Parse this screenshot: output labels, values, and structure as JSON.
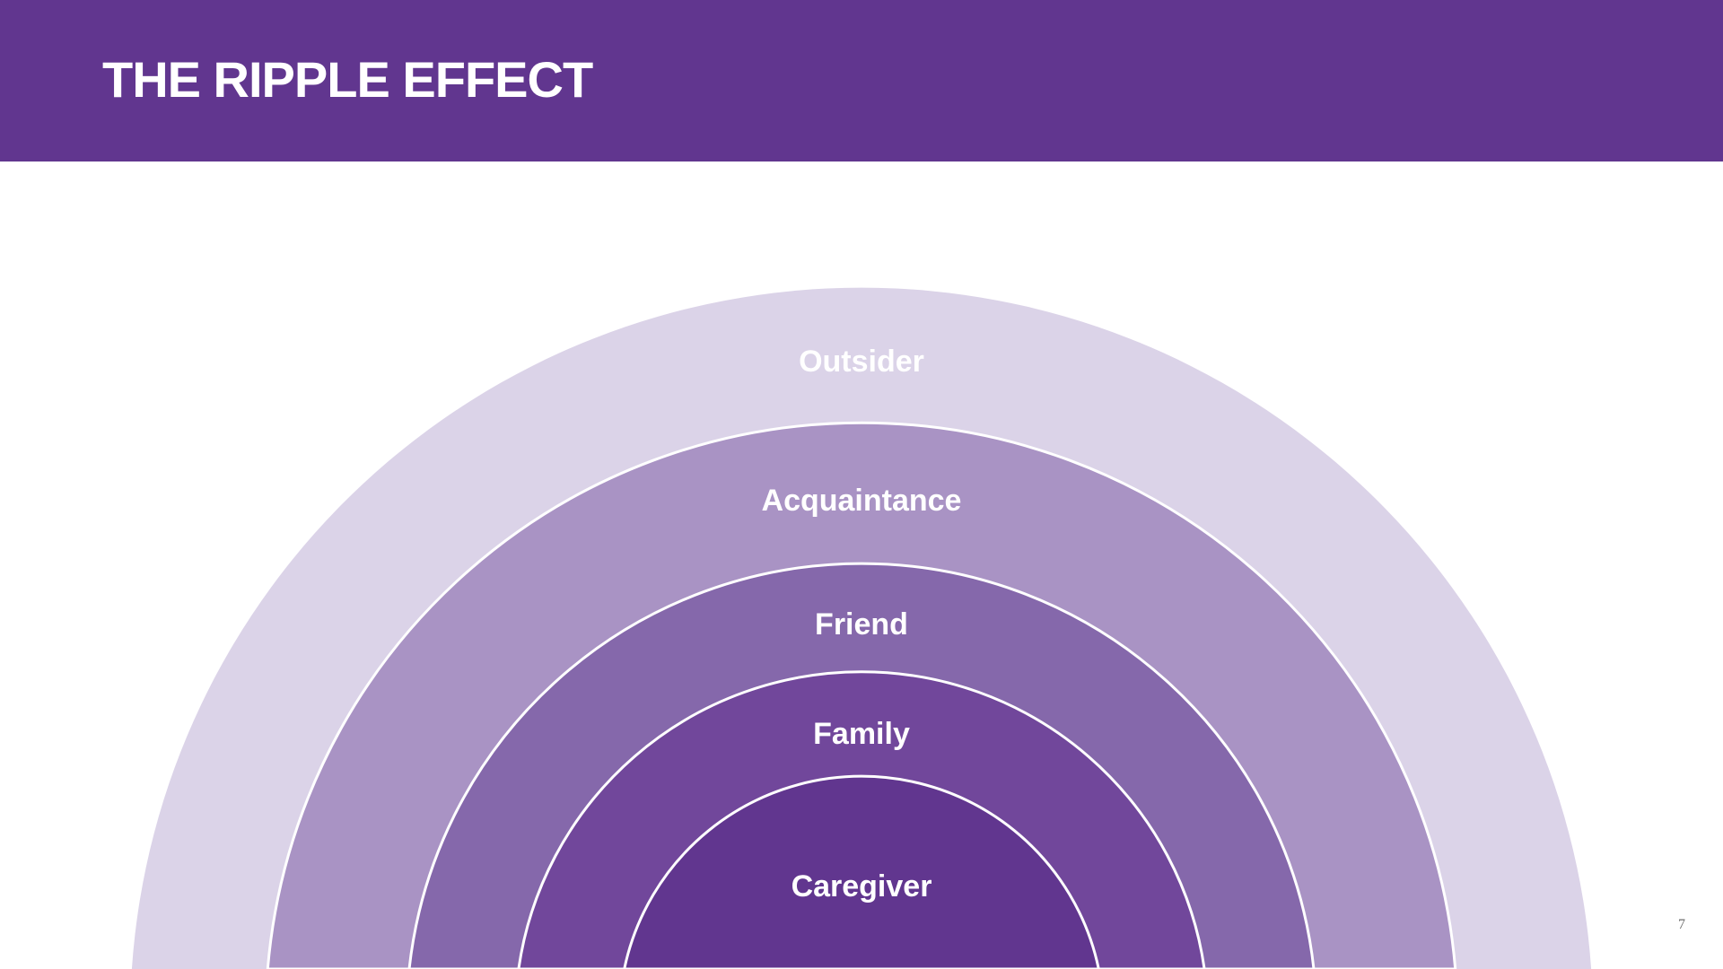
{
  "slide": {
    "title": "THE RIPPLE EFFECT",
    "page_number": "7"
  },
  "diagram": {
    "type": "concentric-semicircles",
    "rings": [
      {
        "label": "Outsider",
        "color": "#dbd3e8",
        "label_color": "#ffffff"
      },
      {
        "label": "Acquaintance",
        "color": "#a993c4",
        "label_color": "#ffffff"
      },
      {
        "label": "Friend",
        "color": "#8568ab",
        "label_color": "#ffffff"
      },
      {
        "label": "Family",
        "color": "#71479b",
        "label_color": "#ffffff"
      },
      {
        "label": "Caregiver",
        "color": "#61368f",
        "label_color": "#ffffff"
      }
    ]
  },
  "colors": {
    "header": "#61368f",
    "ring_border": "#ffffff",
    "page_number": "#6e6e6e"
  }
}
